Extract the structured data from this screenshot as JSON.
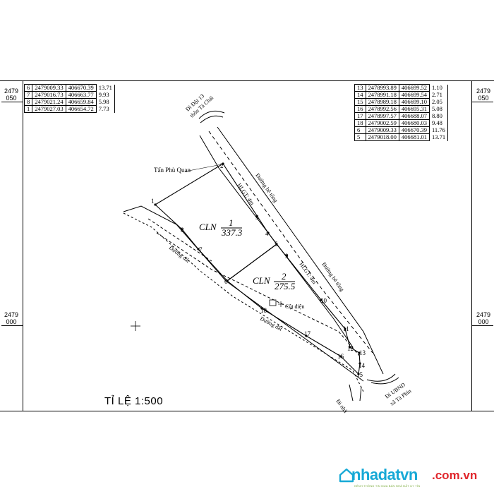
{
  "grid_labels": {
    "left_top": [
      "2479",
      "050"
    ],
    "left_mid": [
      "2479",
      "000"
    ],
    "right_top": [
      "2479",
      "050"
    ],
    "right_mid": [
      "2479",
      "000"
    ]
  },
  "table_left": [
    [
      "6",
      "2479009.33",
      "406670.39",
      "13.71"
    ],
    [
      "7",
      "2479016.73",
      "406663.77",
      "9.93"
    ],
    [
      "8",
      "2479021.24",
      "406659.84",
      "5.98"
    ],
    [
      "1",
      "2479027.03",
      "406654.72",
      "7.73"
    ]
  ],
  "table_right": [
    [
      "13",
      "2478993.89",
      "406699.52",
      "1.10"
    ],
    [
      "14",
      "2478991.18",
      "406699.54",
      "2.71"
    ],
    [
      "15",
      "2478989.18",
      "406699.10",
      "2.05"
    ],
    [
      "16",
      "2478992.56",
      "406695.31",
      "5.08"
    ],
    [
      "17",
      "2478997.57",
      "406688.07",
      "8.80"
    ],
    [
      "18",
      "2479002.59",
      "406680.03",
      "9.48"
    ],
    [
      "6",
      "2479009.33",
      "406670.39",
      "11.76"
    ],
    [
      "5",
      "2479018.00",
      "406681.01",
      "13.71"
    ]
  ],
  "labels": {
    "top_dest_line1": "Đi Đội 13",
    "top_dest_line2": "thôn Tả Chải",
    "neighbor": "Tấn Phù Quan",
    "road_concrete_1": "Đường bê tông",
    "road_concrete_2": "Đường bê tông",
    "hlgt_1": "HLGT: 4m",
    "hlgt_2": "HLGT: 4m",
    "road_dirt_1": "Đường đất",
    "road_dirt_2": "Đường đất",
    "pole": "Cột điện",
    "bottom_dest_line1": "Đi UBND",
    "bottom_dest_line2": "xã Tả Phìn",
    "bottom_left_dest": "Đi nhà",
    "parcel_1_type": "CLN",
    "parcel_1_number": "1",
    "parcel_1_area": "337.3",
    "parcel_2_type": "CLN",
    "parcel_2_number": "2",
    "parcel_2_area": "275.5"
  },
  "vertex_numbers": {
    "v1": "1",
    "v2": "2",
    "v3": "3",
    "v4": "4",
    "v5": "5",
    "v6": "6",
    "v7": "7",
    "v8": "8",
    "v9": "9",
    "v10": "10",
    "v11": "11",
    "v12": "12",
    "v13": "13",
    "v14": "14",
    "v15": "15",
    "v16": "16",
    "v17": "17",
    "v18": "18"
  },
  "scale": "TỈ LỆ 1:500",
  "logo": {
    "brand": "nhadatvn",
    "domain": ".com.vn",
    "tagline": "KÊNH THÔNG TIN MUA BÁN NHÀ ĐẤT UY TÍN",
    "brand_color": "#17a9d6",
    "domain_color": "#e0262c"
  }
}
